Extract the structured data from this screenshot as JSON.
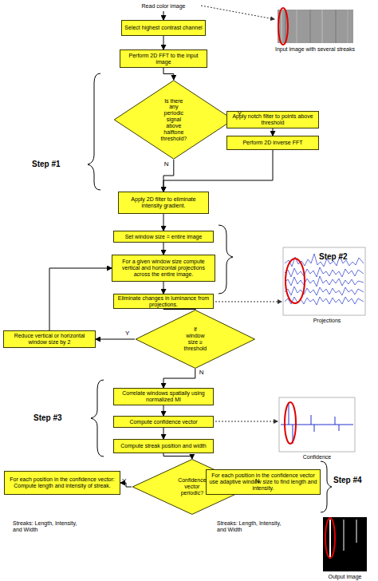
{
  "diagram": {
    "nodes": [
      {
        "text": [
          "Read color image"
        ]
      },
      {
        "text": [
          "Select highest contrast channel"
        ]
      },
      {
        "text": [
          "Perform 2D FFT to the input image"
        ]
      },
      {
        "text": [
          "Is there any periodic signal above halftone threshold?"
        ]
      },
      {
        "text": [
          "Apply notch filter to points above threshold"
        ]
      },
      {
        "text": [
          "Perform 2D inverse FFT"
        ]
      },
      {
        "text": [
          "Apply 2D filter to eliminate intensity gradient."
        ]
      },
      {
        "text": [
          "Set window size = entire image"
        ]
      },
      {
        "text": [
          "For a given window size compute vertical and horizontal projections across the entire image."
        ]
      },
      {
        "text": [
          "Eliminate changes in luminance from projections."
        ]
      },
      {
        "text": [
          "If window size ≥ threshold"
        ]
      },
      {
        "text": [
          "Reduce vertical or horizontal window size by 2"
        ]
      },
      {
        "text": [
          "Correlate windows spatially using normalized MI"
        ]
      },
      {
        "text": [
          "Compute confidence vector"
        ]
      },
      {
        "text": [
          "Compute streak position and width"
        ]
      },
      {
        "text": [
          "Confidence vector periodic?"
        ]
      },
      {
        "text": [
          "For each position in the confidence vector: Compute length and intensity of streak."
        ]
      },
      {
        "text": [
          "For each position in the confidence vector use adaptive window size to find length and intensity."
        ]
      }
    ],
    "edges": [
      {
        "from": 0,
        "to": 1,
        "arrow": "to"
      },
      {
        "from": 1,
        "to": 2,
        "arrow": "to"
      },
      {
        "from": 2,
        "to": 3,
        "arrow": "to"
      },
      {
        "from": 3,
        "to": 4,
        "label": "Y",
        "arrow": "to"
      },
      {
        "from": 4,
        "to": 5,
        "arrow": "to"
      },
      {
        "from": 5,
        "to": 6,
        "arrow": "to"
      },
      {
        "from": 3,
        "to": 6,
        "label": "N",
        "arrow": "to"
      },
      {
        "from": 6,
        "to": 7,
        "arrow": "to"
      },
      {
        "from": 7,
        "to": 8,
        "arrow": "to"
      },
      {
        "from": 8,
        "to": 9,
        "arrow": "to"
      },
      {
        "from": 9,
        "to": 10,
        "arrow": "to"
      },
      {
        "from": 10,
        "to": 11,
        "label": "Y",
        "arrow": "to"
      },
      {
        "from": 11,
        "to": 8,
        "arrow": "to"
      },
      {
        "from": 10,
        "to": 12,
        "label": "N",
        "arrow": "to"
      },
      {
        "from": 12,
        "to": 13,
        "arrow": "to"
      },
      {
        "from": 13,
        "to": 14,
        "arrow": "to"
      },
      {
        "from": 14,
        "to": 15,
        "arrow": "to"
      },
      {
        "from": 15,
        "to": 16,
        "label": "Y",
        "arrow": "to"
      },
      {
        "from": 15,
        "to": 17,
        "label": "N",
        "arrow": "to"
      }
    ],
    "labels": [
      "Input image with several streaks",
      "Step #1",
      "Step #2",
      "Projections",
      "Step #3",
      "Confidence",
      "Step #4",
      "Streaks: Length, Intensity, and Width",
      "Streaks: Length, Intensity, and Width",
      "Output image"
    ]
  }
}
